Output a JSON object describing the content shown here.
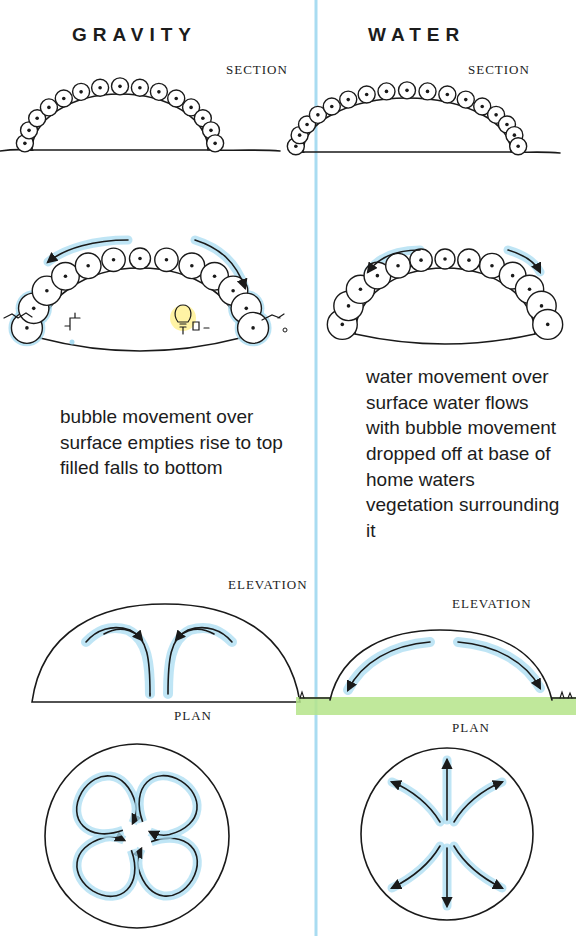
{
  "diagram": {
    "labels": [
      "GRAVITY",
      "WATER",
      "SECTION",
      "SECTION",
      "bubble movement over surface empties rise to top filled falls to bottom",
      "water movement over surface water flows with bubble movement dropped off at base of home waters vegetation surrounding it",
      "ELEVATION",
      "ELEVATION",
      "PLAN",
      "PLAN"
    ]
  }
}
